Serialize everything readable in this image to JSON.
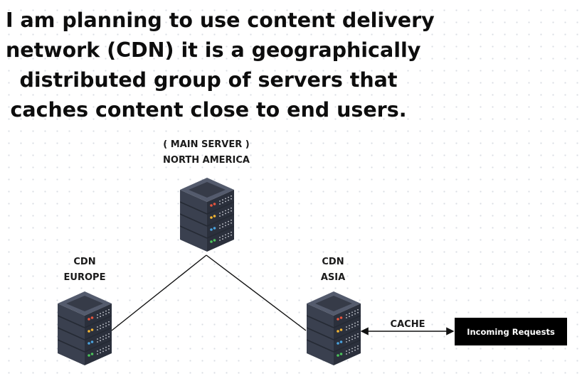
{
  "headline": {
    "lines": [
      "I am planning to use content delivery",
      "network (CDN) it is a geographically",
      "distributed group of servers that",
      "caches content close to end users."
    ]
  },
  "nodes": {
    "main": {
      "line1": "( MAIN SERVER )",
      "line2": "NORTH AMERICA",
      "icon": "server-rack-icon"
    },
    "europe": {
      "line1": "CDN",
      "line2": "EUROPE",
      "icon": "server-rack-icon"
    },
    "asia": {
      "line1": "CDN",
      "line2": "ASIA",
      "icon": "server-rack-icon"
    }
  },
  "connections": {
    "cache_label": "CACHE",
    "arrow": "bidirectional"
  },
  "incoming": {
    "label": "Incoming Requests"
  },
  "colors": {
    "server_body": "#3a404f",
    "server_top": "#545b6d",
    "led_red": "#e8553e",
    "led_yellow": "#f4b633",
    "led_green": "#4cc35a",
    "led_blue": "#4aa3df",
    "box_bg": "#000000",
    "box_text": "#ffffff"
  }
}
